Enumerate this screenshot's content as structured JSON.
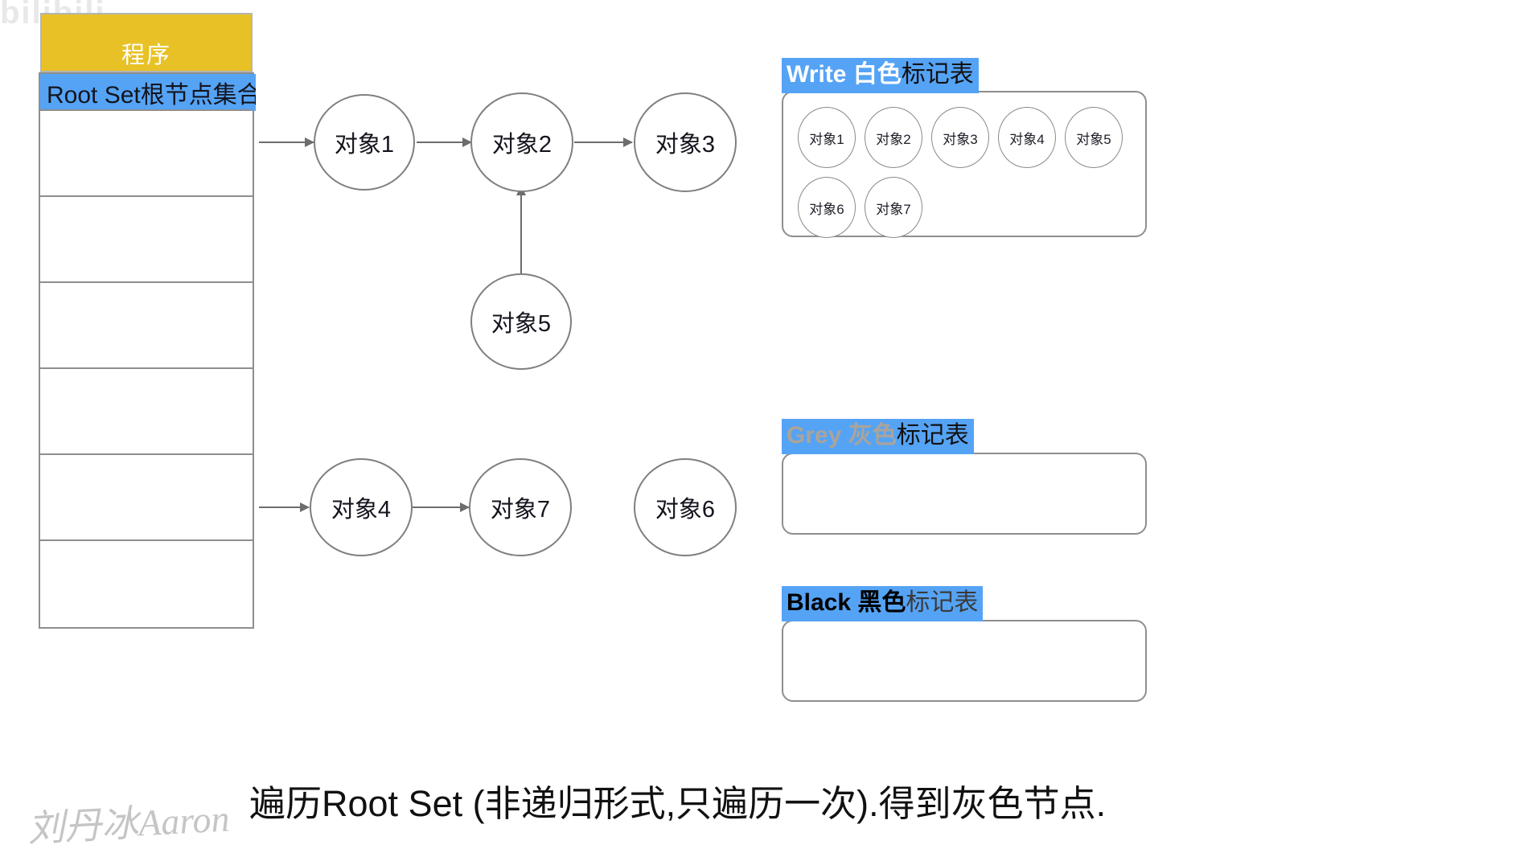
{
  "watermarks": {
    "top": "bilibili",
    "bottom": "刘丹冰Aaron"
  },
  "program": {
    "label": "程序",
    "fill_color": "#e8c126"
  },
  "root_set": {
    "header": "Root Set根节点集合",
    "header_color": "#55a3f5",
    "empty_rows": 6
  },
  "graph": {
    "nodes": [
      {
        "id": "obj1",
        "label": "对象1"
      },
      {
        "id": "obj2",
        "label": "对象2"
      },
      {
        "id": "obj3",
        "label": "对象3"
      },
      {
        "id": "obj5",
        "label": "对象5"
      },
      {
        "id": "obj4",
        "label": "对象4"
      },
      {
        "id": "obj7",
        "label": "对象7"
      },
      {
        "id": "obj6",
        "label": "对象6"
      }
    ],
    "edges": [
      {
        "from": "root-set",
        "to": "obj1"
      },
      {
        "from": "obj1",
        "to": "obj2"
      },
      {
        "from": "obj2",
        "to": "obj3"
      },
      {
        "from": "obj5",
        "to": "obj2"
      },
      {
        "from": "root-set",
        "to": "obj4"
      },
      {
        "from": "obj4",
        "to": "obj7"
      }
    ]
  },
  "panels": [
    {
      "id": "white",
      "title_en": "Write",
      "title_color_word": "白色",
      "title_suffix": "标记表",
      "title_bg": "#55a3f5",
      "word_text_color": "#ffffff",
      "items": [
        "对象1",
        "对象2",
        "对象3",
        "对象4",
        "对象5",
        "对象6",
        "对象7"
      ]
    },
    {
      "id": "grey",
      "title_en": "Grey",
      "title_color_word": "灰色",
      "title_suffix": "标记表",
      "title_bg": "#55a3f5",
      "word_text_color": "#aaa49a",
      "items": []
    },
    {
      "id": "black",
      "title_en": "Black",
      "title_color_word": "黑色",
      "title_suffix": "标记表",
      "title_bg": "#55a3f5",
      "word_text_color": "#000000",
      "items": []
    }
  ],
  "caption": "遍历Root Set (非递归形式,只遍历一次).得到灰色节点."
}
